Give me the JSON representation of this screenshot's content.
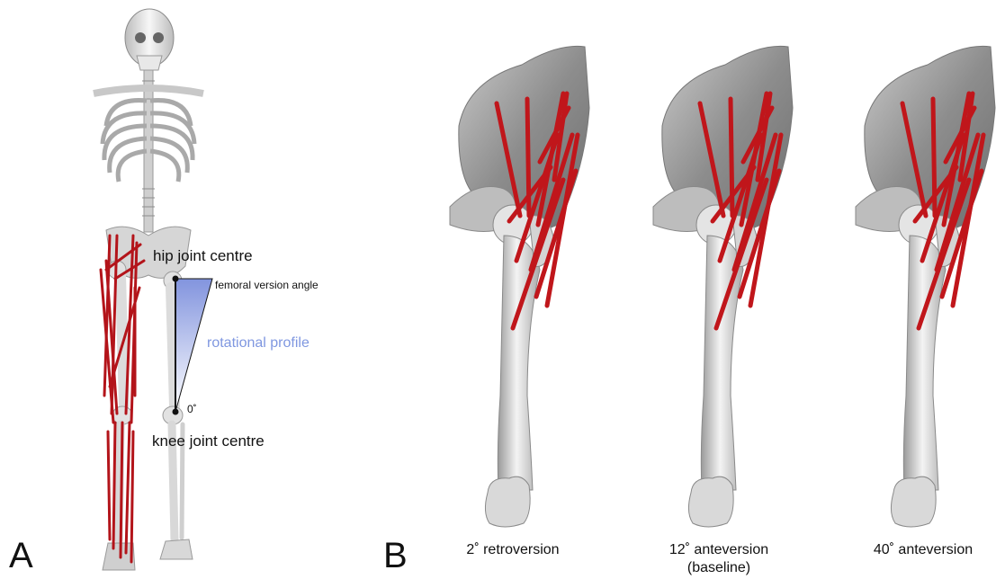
{
  "panel_a": {
    "letter": "A",
    "labels": {
      "hip_joint": "hip joint centre",
      "version_angle": "femoral version angle",
      "rotational_profile": "rotational profile",
      "zero_angle": "0˚",
      "knee_joint": "knee joint centre"
    }
  },
  "panel_b": {
    "letter": "B",
    "models": [
      {
        "caption": "2˚ retroversion",
        "sub": ""
      },
      {
        "caption": "12˚ anteversion",
        "sub": "(baseline)"
      },
      {
        "caption": "40˚ anteversion",
        "sub": ""
      }
    ]
  },
  "colors": {
    "muscle": "#c0161b",
    "bone": "#dcdcdc",
    "bone_shadow": "#9a9a9a",
    "profile_fill": "#8a9be0",
    "profile_text": "#7f97e0"
  }
}
